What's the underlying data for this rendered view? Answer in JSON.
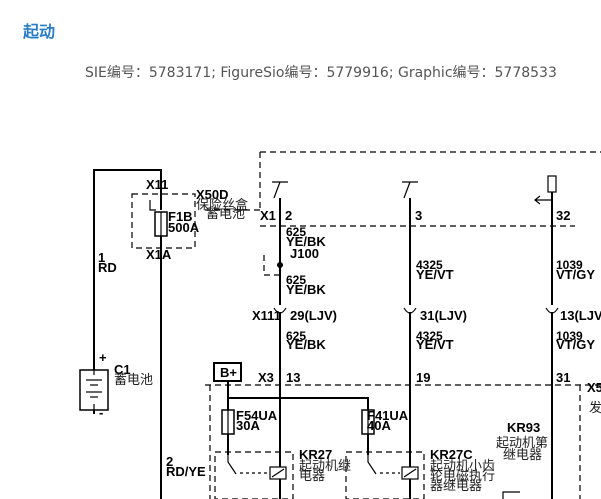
{
  "title": "起动",
  "ids_line": "SIE编号：5783171;  FigureSio编号：5779916;  Graphic编号：5778533",
  "labels": {
    "x11": "X11",
    "x50d": "X50D",
    "fuse_box_cn": "保险丝盒",
    "battery_cn_1": "蓄电池",
    "x1": "X1",
    "pin2": "2",
    "pin3": "3",
    "pin32": "32",
    "f1b": "F1B",
    "f1b_amp": "500A",
    "x1a": "X1A",
    "w625_a": "625",
    "w625_a_color": "YE/BK",
    "j100": "J100",
    "w625_b": "625",
    "w625_b_color": "YE/BK",
    "w4325_a": "4325",
    "w4325_a_color": "YE/VT",
    "w1039_a": "1039",
    "w1039_a_color": "VT/GY",
    "wire1": "1",
    "wire1_color": "RD",
    "x111": "X111",
    "pin29": "29(LJV)",
    "pin31": "31(LJV)",
    "pin13a": "13(LJV",
    "w625_c": "625",
    "w625_c_color": "YE/BK",
    "w4325_b": "4325",
    "w4325_b_color": "YE/VT",
    "w1039_b": "1039",
    "w1039_b_color": "VT/GY",
    "plus": "+",
    "minus": "-",
    "c1": "C1",
    "battery_cn_2": "蓄电池",
    "bplus": "B+",
    "x3": "X3",
    "pin13b": "13",
    "pin19": "19",
    "pin31b": "31",
    "x5_partial": "X5",
    "f54ua": "F54UA",
    "f54ua_amp": "30A",
    "f41ua": "F41UA",
    "f41ua_amp": "40A",
    "kr93": "KR93",
    "kr93_cn_1": "起动机第",
    "kr93_cn_2": "继电器",
    "wire2": "2",
    "wire2_color": "RD/YE",
    "kr27": "KR27",
    "kr27_cn_1": "起动机继",
    "kr27_cn_2": "电器",
    "kr27c": "KR27C",
    "kr27c_cn_1": "起动机小齿",
    "kr27c_cn_2": "轮电磁执行",
    "kr27c_cn_3": "器继电器",
    "partial_cn": "发"
  }
}
